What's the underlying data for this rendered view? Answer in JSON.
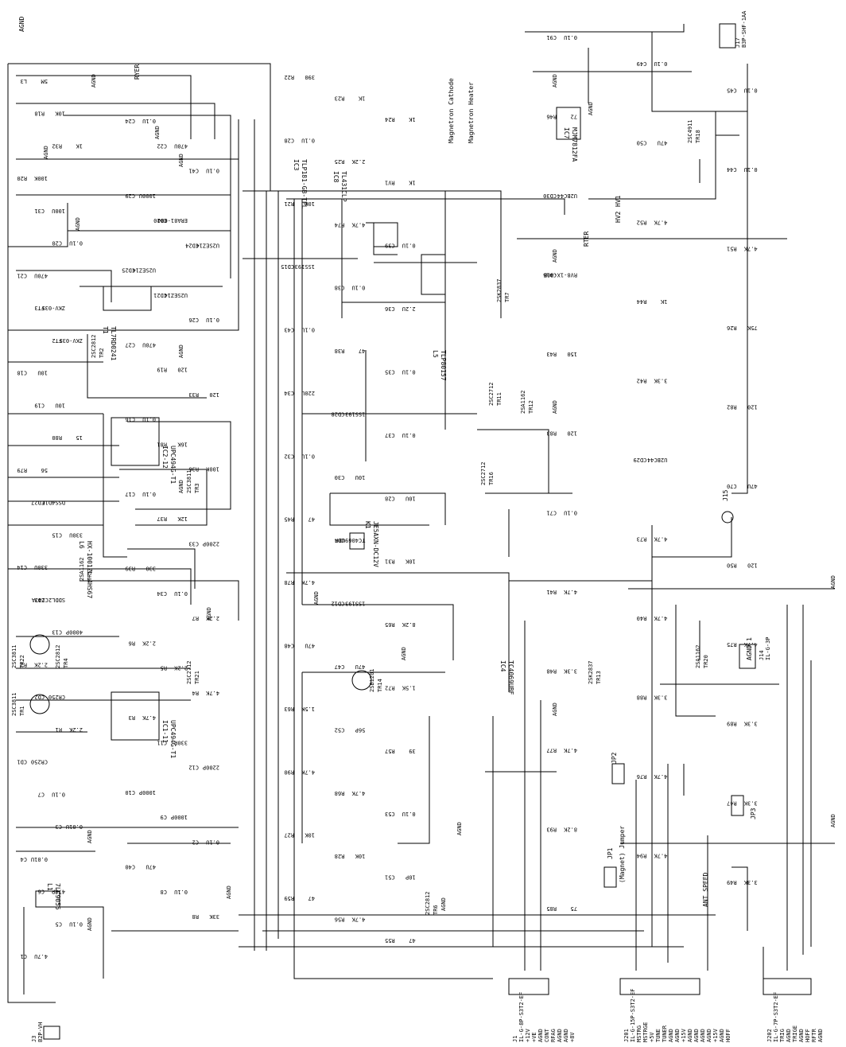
{
  "schematic": {
    "chips": [
      {
        "name": "ic8",
        "labels": [
          "TL431CLP",
          "IC8"
        ]
      },
      {
        "name": "ic3",
        "labels": [
          "TLP181-GB-TPL",
          "IC3"
        ]
      },
      {
        "name": "ic4",
        "labels": [
          "TC4069UBF",
          "IC4"
        ]
      },
      {
        "name": "ic12",
        "labels": [
          "UPC494G-T1",
          "IC2-12"
        ]
      },
      {
        "name": "ic11",
        "labels": [
          "UPC494G-T1",
          "IC1-11"
        ]
      },
      {
        "name": "ic7",
        "labels": [
          "MJM7812FA",
          "IC7"
        ]
      },
      {
        "name": "t1",
        "labels": [
          "TL7RD0241",
          "T1"
        ]
      },
      {
        "name": "l6",
        "labels": [
          "HX-1001ZL-4HS67",
          "L6"
        ]
      },
      {
        "name": "l1",
        "labels": [
          "7LC9055",
          "L1"
        ]
      },
      {
        "name": "l5",
        "labels": [
          "TLP80157",
          "L5"
        ]
      },
      {
        "name": "k1",
        "labels": [
          "JE5AXN-DC12V",
          "K1"
        ]
      }
    ],
    "transistors": [
      {
        "name": "tr1",
        "labels": [
          "2SC3811",
          "TR1"
        ]
      },
      {
        "name": "tr2",
        "labels": [
          "2SC2812",
          "TR2"
        ]
      },
      {
        "name": "tr3",
        "labels": [
          "2SC3811",
          "TR3"
        ]
      },
      {
        "name": "tr4",
        "labels": [
          "2SC2812",
          "TR4"
        ]
      },
      {
        "name": "tr5",
        "labels": [
          "2SA1162",
          "TR5"
        ]
      },
      {
        "name": "tr6",
        "labels": [
          "2SC2812",
          "TR6"
        ]
      },
      {
        "name": "tr7",
        "labels": [
          "2SK2837",
          "TR7"
        ]
      },
      {
        "name": "tr11",
        "labels": [
          "2SC2712",
          "TR11"
        ]
      },
      {
        "name": "tr12",
        "labels": [
          "2SA1162",
          "TR12"
        ]
      },
      {
        "name": "tr13",
        "labels": [
          "2SK2837",
          "TR13"
        ]
      },
      {
        "name": "tr14",
        "labels": [
          "2SB1201",
          "TR14"
        ]
      },
      {
        "name": "tr16",
        "labels": [
          "2SC2712",
          "TR16"
        ]
      },
      {
        "name": "tr18",
        "labels": [
          "2SC4911",
          "TR18"
        ]
      },
      {
        "name": "tr20",
        "labels": [
          "2SA1162",
          "TR20"
        ]
      },
      {
        "name": "tr21",
        "labels": [
          "2SC2712",
          "TR21"
        ]
      },
      {
        "name": "tr22",
        "labels": [
          "2SC3811",
          "TR22"
        ]
      }
    ],
    "left_column": [
      [
        "L3",
        "5M"
      ],
      [
        "R18",
        "10K"
      ],
      [
        "R32",
        "1K"
      ],
      [
        "R20",
        "100K"
      ],
      [
        "C31",
        "100U"
      ],
      [
        "C20",
        "0.1U"
      ],
      [
        "C21",
        "470U"
      ],
      [
        "FT3",
        "ZKV-03S"
      ],
      [
        "FT2",
        "ZKV-03S"
      ],
      [
        "C18",
        "10U"
      ],
      [
        "C19",
        "10U"
      ],
      [
        "R80",
        "15"
      ],
      [
        "R79",
        "56"
      ],
      [
        "CD27",
        "DSS4D1E"
      ],
      [
        "C15",
        "330U"
      ],
      [
        "C14",
        "330U"
      ],
      [
        "CD3",
        "SDDL2C247A"
      ],
      [
        "C13",
        "4000P"
      ],
      [
        "R2",
        "2.2K"
      ],
      [
        "CD2",
        "CR250"
      ],
      [
        "R1",
        "2.2K"
      ],
      [
        "CD1",
        "CR250"
      ],
      [
        "C7",
        "0.1U"
      ],
      [
        "C3",
        "0.01U"
      ],
      [
        "C4",
        "0.01U"
      ],
      [
        "C6",
        "470P"
      ],
      [
        "C5",
        "0.1U"
      ],
      [
        "C1",
        "4.7U"
      ]
    ],
    "mid_column": [
      [
        "C24",
        "0.1U"
      ],
      [
        "C22",
        "470U"
      ],
      [
        "C41",
        "0.1U"
      ],
      [
        "C29",
        "1000U"
      ],
      [
        "CD20",
        "ERA81-004"
      ],
      [
        "CD24",
        "U2SEZ14"
      ],
      [
        "CD25",
        "U2SEZ14"
      ],
      [
        "CD21",
        "U2SEZ14"
      ],
      [
        "C26",
        "0.1U"
      ],
      [
        "C27",
        "470U"
      ],
      [
        "R19",
        "120"
      ],
      [
        "R33",
        "120"
      ],
      [
        "C16",
        "0.1U"
      ],
      [
        "R81",
        "16K"
      ],
      [
        "R36",
        "100K"
      ],
      [
        "C17",
        "0.1U"
      ],
      [
        "R37",
        "12K"
      ],
      [
        "C33",
        "2200P"
      ],
      [
        "R39",
        "330"
      ],
      [
        "C34",
        "0.1U"
      ],
      [
        "R7",
        "2.2K"
      ],
      [
        "R6",
        "2.2K"
      ],
      [
        "R5",
        "2.2K"
      ],
      [
        "R4",
        "4.7K"
      ],
      [
        "R3",
        "4.7K"
      ],
      [
        "C11",
        "330P"
      ],
      [
        "C12",
        "2200P"
      ],
      [
        "C10",
        "1000P"
      ],
      [
        "C9",
        "1000P"
      ],
      [
        "C2",
        "0.1U"
      ],
      [
        "C40",
        "47U"
      ],
      [
        "C8",
        "0.1U"
      ],
      [
        "R8",
        "33K"
      ]
    ],
    "center_column": [
      [
        "R22",
        "390"
      ],
      [
        "R23",
        "1K"
      ],
      [
        "R24",
        "1K"
      ],
      [
        "C28",
        "0.1U"
      ],
      [
        "R25",
        "2.2K"
      ],
      [
        "RV1",
        "1K"
      ],
      [
        "R21",
        "10K"
      ],
      [
        "R74",
        "4.7K"
      ],
      [
        "C39",
        "0.1U"
      ],
      [
        "CD15",
        "1SS193"
      ],
      [
        "C38",
        "0.1U"
      ],
      [
        "C36",
        "2.2U"
      ],
      [
        "C43",
        "0.1U"
      ],
      [
        "R38",
        "47"
      ],
      [
        "C35",
        "0.1U"
      ],
      [
        "C34",
        "220U"
      ],
      [
        "CD28",
        "1SS193"
      ],
      [
        "C37",
        "0.1U"
      ],
      [
        "C32",
        "0.1U"
      ],
      [
        "C30",
        "10U"
      ],
      [
        "C28",
        "10U"
      ],
      [
        "R45",
        "47"
      ],
      [
        "CD4",
        "TC4069UBF"
      ],
      [
        "R31",
        "10K"
      ],
      [
        "R78",
        "4.7K"
      ],
      [
        "CD12",
        "1SS193"
      ],
      [
        "R65",
        "8.2K"
      ],
      [
        "C48",
        "47U"
      ],
      [
        "C47",
        "47U"
      ],
      [
        "R72",
        "1.5K"
      ],
      [
        "R63",
        "1.5K"
      ],
      [
        "C52",
        "56P"
      ],
      [
        "R57",
        "39"
      ],
      [
        "R90",
        "4.7K"
      ],
      [
        "R68",
        "4.7K"
      ],
      [
        "C53",
        "0.1U"
      ],
      [
        "R27",
        "10K"
      ],
      [
        "R28",
        "10K"
      ],
      [
        "C51",
        "10P"
      ],
      [
        "R59",
        "47"
      ],
      [
        "R56",
        "4.7K"
      ],
      [
        "R55",
        "47"
      ]
    ],
    "right_column": [
      [
        "C91",
        "0.1U"
      ],
      [
        "C49",
        "0.1U"
      ],
      [
        "C45",
        "0.1U"
      ],
      [
        "R46",
        "72"
      ],
      [
        "C50",
        "47U"
      ],
      [
        "C44",
        "0.1U"
      ],
      [
        "CD30",
        "U2BC44"
      ],
      [
        "R52",
        "4.7K"
      ],
      [
        "R51",
        "4.7K"
      ],
      [
        "CD16",
        "RV8-1X-40B"
      ],
      [
        "R44",
        "1K"
      ],
      [
        "R26",
        "75K"
      ],
      [
        "R43",
        "150"
      ],
      [
        "R42",
        "3.3K"
      ],
      [
        "R82",
        "120"
      ],
      [
        "R83",
        "120"
      ],
      [
        "CD29",
        "U2BC44"
      ],
      [
        "C70",
        "47U"
      ],
      [
        "C71",
        "0.1U"
      ],
      [
        "R73",
        "4.7K"
      ],
      [
        "R50",
        "120"
      ],
      [
        "R41",
        "4.7K"
      ],
      [
        "R40",
        "4.7K"
      ],
      [
        "R75",
        "4.7K"
      ],
      [
        "R48",
        "3.3K"
      ],
      [
        "R88",
        "3.3K"
      ],
      [
        "R89",
        "3.3K"
      ],
      [
        "R77",
        "4.7K"
      ],
      [
        "R76",
        "4.7K"
      ],
      [
        "R47",
        "3.3K"
      ],
      [
        "R93",
        "8.2K"
      ],
      [
        "R94",
        "4.7K"
      ],
      [
        "R49",
        "3.3K"
      ],
      [
        "R85",
        "75"
      ]
    ],
    "text_labels": [
      "Magnetron Cathode",
      "Magnetron Heater",
      "RYER",
      "HV1",
      "HV2",
      "RTER",
      "AGND",
      "J15",
      "JP1",
      "JP2",
      "JP3",
      "(Magnet) Jumper",
      "ANT SPEED",
      "AGND 1"
    ],
    "connectors": [
      {
        "name": "j3",
        "labels": [
          "J3",
          "B2P-VH"
        ]
      },
      {
        "name": "j17",
        "labels": [
          "J17",
          "B3P-SHF-1AA"
        ]
      },
      {
        "name": "j14",
        "labels": [
          "J14",
          "IL-G-3P"
        ]
      },
      {
        "name": "j1",
        "labels": [
          "J1",
          "IL-G-8P-S3T2-EF",
          "+12V",
          "+VE",
          "AGND",
          "CONT",
          "RFAG",
          "AGND",
          "AGND",
          "+8V"
        ]
      },
      {
        "name": "j201",
        "labels": [
          "J201",
          "IL-G-15P-S3T2-EF",
          "MSTRG",
          "MSTRGE",
          "+5V",
          "TUNE",
          "TUNER",
          "AGND",
          "AGND",
          "+15V",
          "AGND",
          "AGND",
          "AGND",
          "AGND",
          "+15V",
          "AGND",
          "HOFF"
        ]
      },
      {
        "name": "j202",
        "labels": [
          "J202",
          "IL-G-7P-S3T2-EF",
          "TRIG",
          "AGND",
          "TRIGE",
          "AGND",
          "HOFF",
          "RFTR",
          "AGND"
        ]
      }
    ],
    "power_labels": [
      "AGND",
      "AGND",
      "AGND",
      "AGND",
      "AGND",
      "AGND",
      "AGND",
      "AGND",
      "AGND",
      "AGND",
      "AGND",
      "AGND",
      "AGND",
      "AGND",
      "AGND",
      "AGND",
      "AGND",
      "AGND",
      "AGND",
      "AGND",
      "AGND",
      "AGND"
    ]
  }
}
